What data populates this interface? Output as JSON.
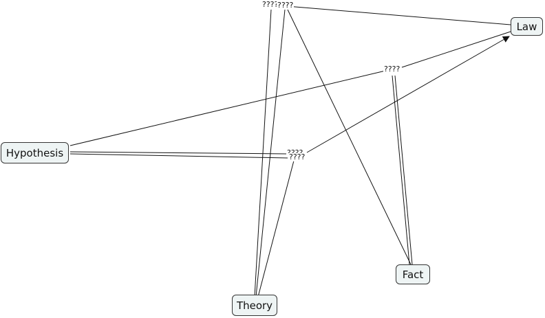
{
  "nodes": {
    "law": {
      "label": "Law"
    },
    "hypothesis": {
      "label": "Hypothesis"
    },
    "theory": {
      "label": "Theory"
    },
    "fact": {
      "label": "Fact"
    }
  },
  "link_labels": {
    "top_left": "????",
    "top_right": "????",
    "upper_middle": "????",
    "middle_top": "????",
    "middle_bottom": "????"
  },
  "colors": {
    "node_fill": "#eef4f4",
    "node_border": "#333333",
    "line": "#111111"
  }
}
